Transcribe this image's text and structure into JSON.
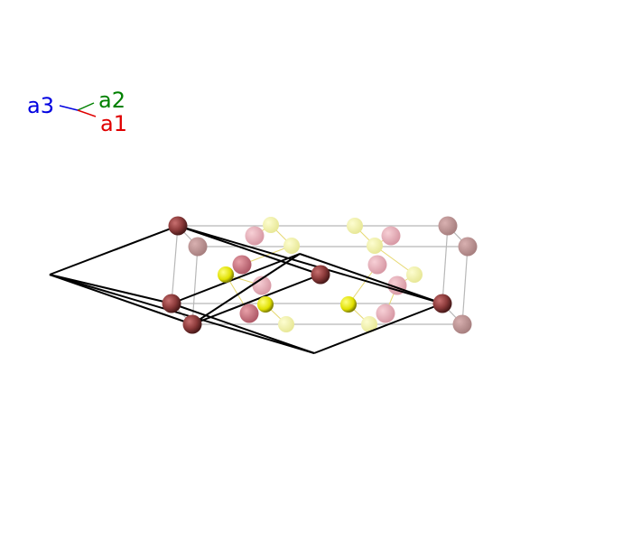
{
  "axes": {
    "a1": {
      "label": "a1",
      "color": "#e00000"
    },
    "a2": {
      "label": "a2",
      "color": "#008000"
    },
    "a3": {
      "label": "a3",
      "color": "#0000e0"
    }
  },
  "colors": {
    "dark_atom": "#8b3a3a",
    "pink_atom": "#e89aa6",
    "yellow_atom": "#e8e800",
    "cell_edge": "#000000",
    "supercell_edge": "#b0b0b0",
    "bond": "#e0d060"
  }
}
